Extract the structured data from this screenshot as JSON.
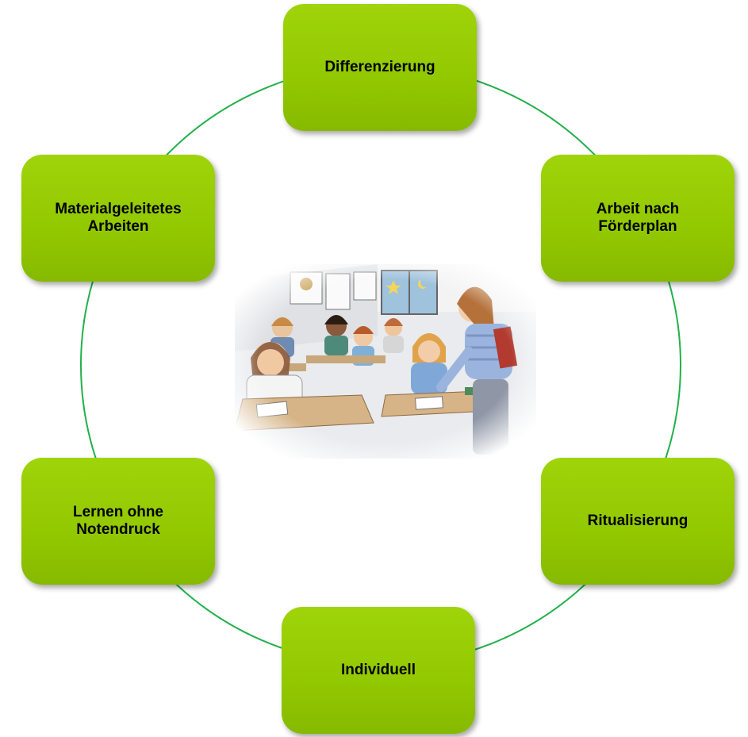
{
  "diagram": {
    "nodes": [
      {
        "id": "top",
        "label": "Differenzierung"
      },
      {
        "id": "tr",
        "label": "Arbeit nach\nFörderplan"
      },
      {
        "id": "br",
        "label": "Ritualisierung"
      },
      {
        "id": "bottom",
        "label": "Individuell"
      },
      {
        "id": "bl",
        "label": "Lernen ohne\nNotendruck"
      },
      {
        "id": "tl",
        "label": "Materialgeleitetes\nArbeiten"
      }
    ],
    "ring_color": "#22b04b",
    "box_color": "#99cc00",
    "center_image": "classroom-illustration"
  }
}
